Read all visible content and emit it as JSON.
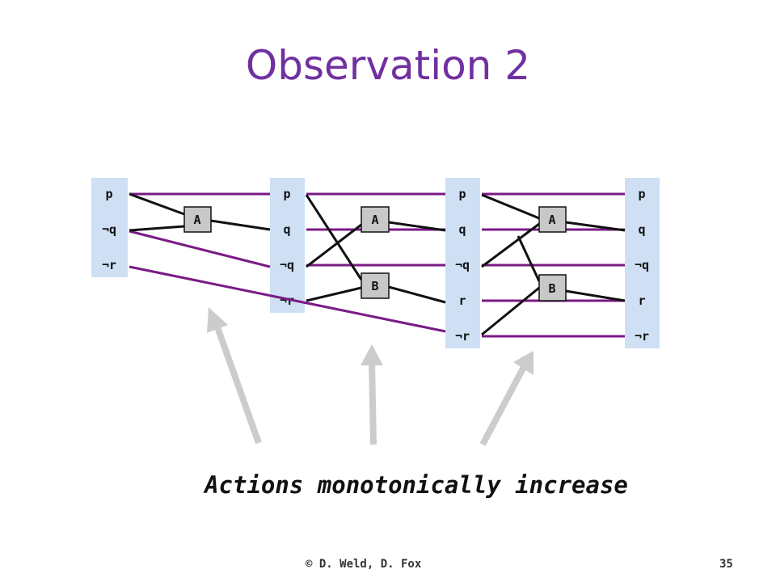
{
  "slide": {
    "title": "Observation 2",
    "caption": "Actions monotonically increase",
    "footer_left": "© D.  Weld, D. Fox",
    "footer_right": "35"
  },
  "levels": [
    {
      "props": [
        "p",
        "¬q",
        "¬r"
      ]
    },
    {
      "props": [
        "p",
        "q",
        "¬q",
        "¬r"
      ]
    },
    {
      "props": [
        "p",
        "q",
        "¬q",
        "r",
        "¬r"
      ]
    },
    {
      "props": [
        "p",
        "q",
        "¬q",
        "r",
        "¬r"
      ]
    }
  ],
  "action_levels": [
    {
      "actions": [
        "A"
      ]
    },
    {
      "actions": [
        "A",
        "B"
      ]
    },
    {
      "actions": [
        "A",
        "B"
      ]
    }
  ],
  "colors": {
    "title": "#7030a0",
    "column_fill": "#cfe0f5",
    "noop_line": "#7a1a86",
    "action_line": "#111111",
    "action_box": "#c8c8c8",
    "arrow": "#cccccc"
  }
}
